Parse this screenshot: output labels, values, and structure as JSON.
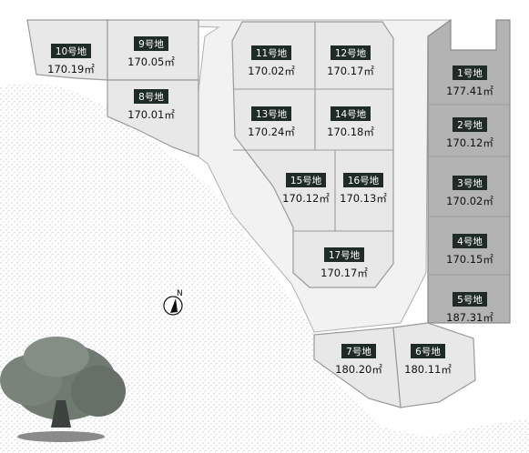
{
  "lots": [
    {
      "id": "lot-10",
      "label": "10号地",
      "area": "170.19㎡"
    },
    {
      "id": "lot-9",
      "label": "9号地",
      "area": "170.05㎡"
    },
    {
      "id": "lot-8",
      "label": "8号地",
      "area": "170.01㎡"
    },
    {
      "id": "lot-11",
      "label": "11号地",
      "area": "170.02㎡"
    },
    {
      "id": "lot-12",
      "label": "12号地",
      "area": "170.17㎡"
    },
    {
      "id": "lot-13",
      "label": "13号地",
      "area": "170.24㎡"
    },
    {
      "id": "lot-14",
      "label": "14号地",
      "area": "170.18㎡"
    },
    {
      "id": "lot-15",
      "label": "15号地",
      "area": "170.12㎡"
    },
    {
      "id": "lot-16",
      "label": "16号地",
      "area": "170.13㎡"
    },
    {
      "id": "lot-17",
      "label": "17号地",
      "area": "170.17㎡"
    },
    {
      "id": "lot-1",
      "label": "1号地",
      "area": "177.41㎡"
    },
    {
      "id": "lot-2",
      "label": "2号地",
      "area": "170.12㎡"
    },
    {
      "id": "lot-3",
      "label": "3号地",
      "area": "170.02㎡"
    },
    {
      "id": "lot-4",
      "label": "4号地",
      "area": "170.15㎡"
    },
    {
      "id": "lot-5",
      "label": "5号地",
      "area": "187.31㎡"
    },
    {
      "id": "lot-7",
      "label": "7号地",
      "area": "180.20㎡"
    },
    {
      "id": "lot-6",
      "label": "6号地",
      "area": "180.11㎡"
    }
  ],
  "compass": {
    "label": "N"
  },
  "colors": {
    "lot": "#e8e8e8",
    "lot_dark": "#b3b3b3",
    "label_bg": "#1f2b26",
    "tree": "#6f7a70"
  }
}
